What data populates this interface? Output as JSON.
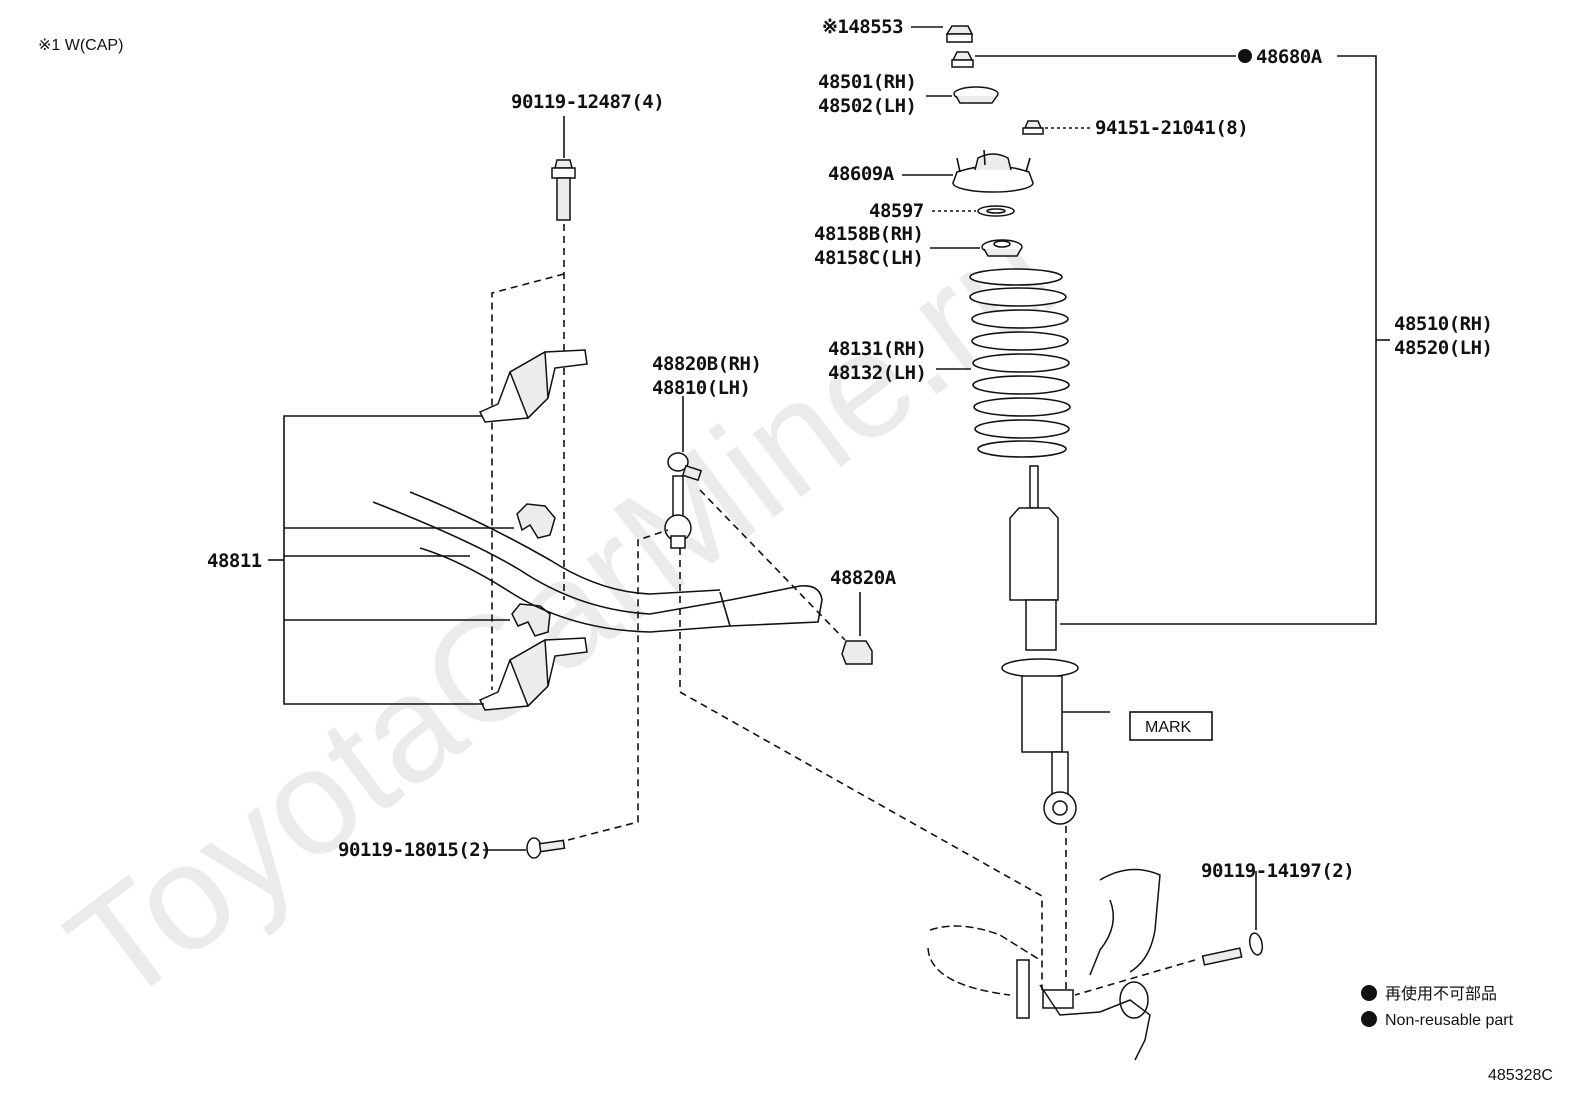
{
  "note": "※1 W(CAP)",
  "watermark": "ToyotaCarMine.ru",
  "diagram_code": "485328C",
  "labels": {
    "p48553": "※148553",
    "p48680A": "48680A",
    "p48501": "48501(RH)",
    "p48502": "48502(LH)",
    "p94151": "94151-21041(8)",
    "p48609A": "48609A",
    "p48597": "48597",
    "p48158B": "48158B(RH)",
    "p48158C": "48158C(LH)",
    "p48510": "48510(RH)",
    "p48520": "48520(LH)",
    "p48131": "48131(RH)",
    "p48132": "48132(LH)",
    "p90119_12487": "90119-12487(4)",
    "p48820B": "48820B(RH)",
    "p48810": "48810(LH)",
    "p48811": "48811",
    "p48820A": "48820A",
    "mark": "MARK",
    "p90119_18015": "90119-18015(2)",
    "p90119_14197": "90119-14197(2)"
  },
  "legend": {
    "line1": "再使用不可部品",
    "line2": "Non-reusable part"
  }
}
